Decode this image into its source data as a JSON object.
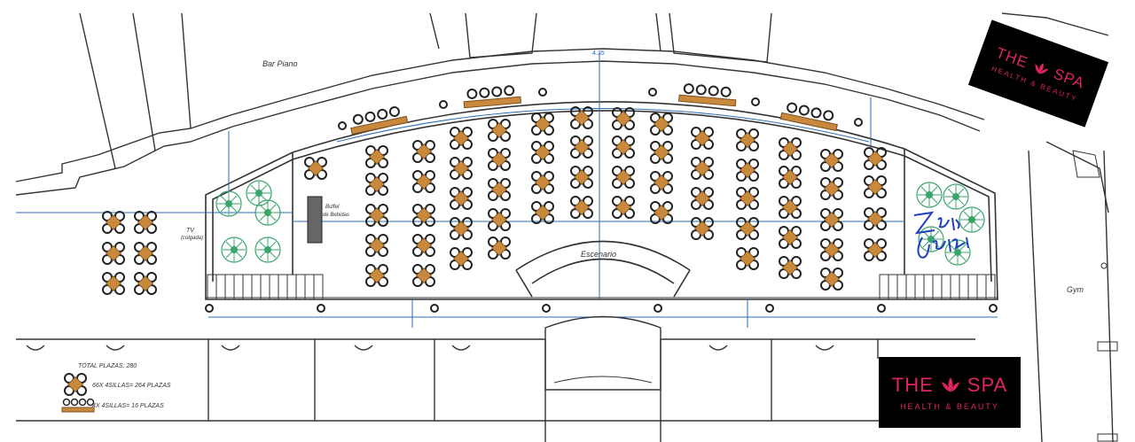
{
  "plan": {
    "labels": {
      "bar_piano": "Bar Piano",
      "tv": "TV",
      "tv_sub": "(colgada)",
      "buffet": "Buffet",
      "buffet_sub": "de Bebidas",
      "stage": "Escenario",
      "gym": "Gym",
      "top_dimension": "4.35"
    },
    "legend": {
      "total": "TOTAL PLAZAS: 280",
      "rounds": "66X 4SILLAS= 264 PLAZAS",
      "bench": "4X 4SILLAS= 16 PLAZAS"
    },
    "colors": {
      "table": "#c8893c",
      "chair": "#222222",
      "wall": "#333333",
      "dimension": "#2a6db8",
      "plant": "#3aa56b",
      "logo_bg": "#000000",
      "logo_text": "#e0245e"
    }
  },
  "brand": {
    "name_left": "THE",
    "name_right": "SPA",
    "tagline": "HEALTH & BEAUTY",
    "icon": "lotus-icon"
  },
  "annotations": {
    "signature_icon": "handwritten-signature-icon"
  }
}
